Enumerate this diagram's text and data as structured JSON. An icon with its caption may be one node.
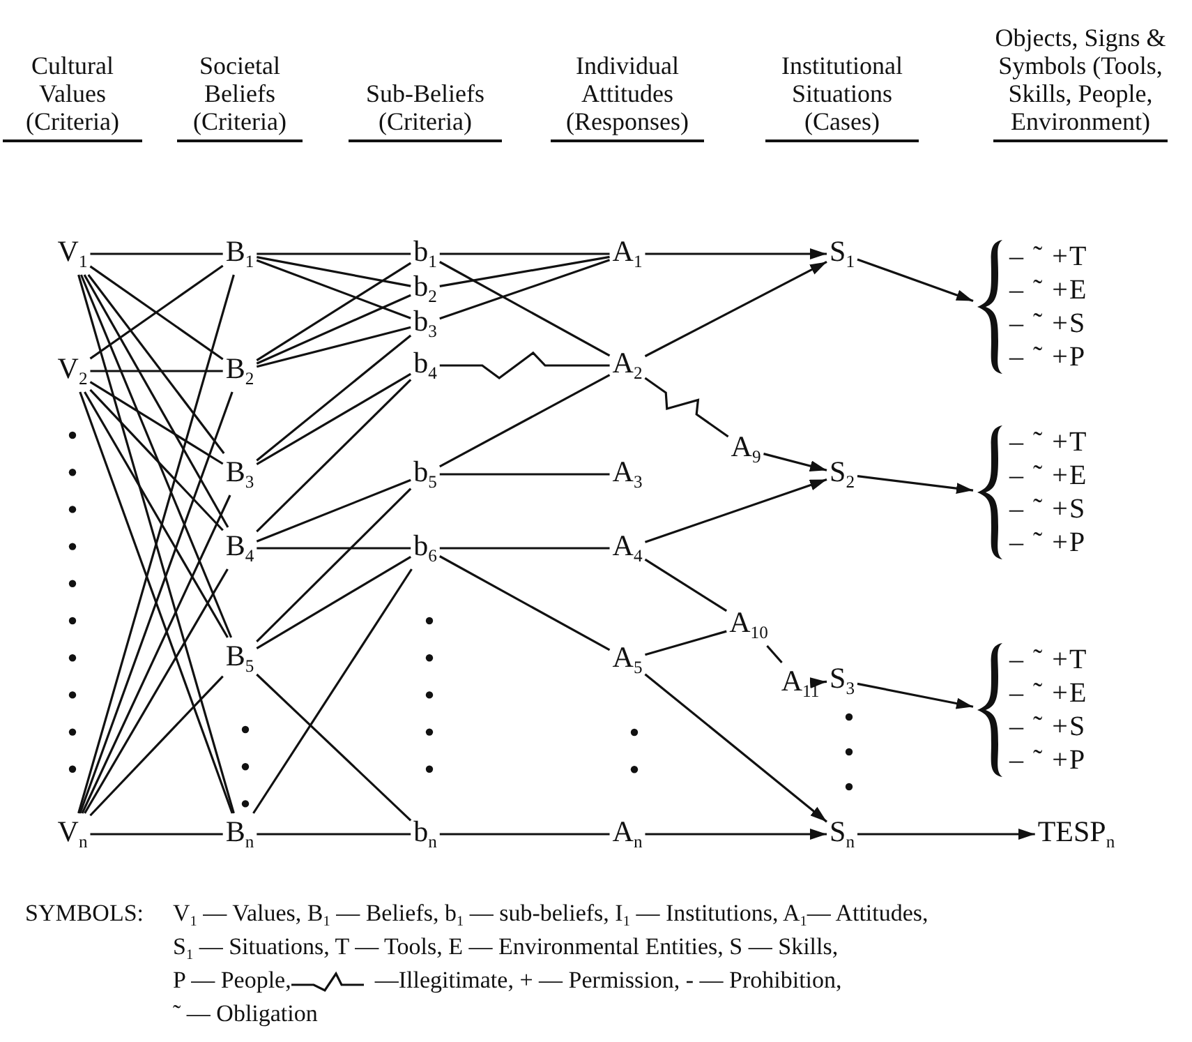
{
  "diagram": {
    "nodes": [
      {
        "text": [
          "V$_{1}$"
        ]
      },
      {
        "text": [
          "V$_{2}$"
        ]
      },
      {
        "text": [
          "V$_{n}$"
        ]
      },
      {
        "text": [
          "B$_{1}$"
        ]
      },
      {
        "text": [
          "B$_{2}$"
        ]
      },
      {
        "text": [
          "B$_{3}$"
        ]
      },
      {
        "text": [
          "B$_{4}$"
        ]
      },
      {
        "text": [
          "B$_{5}$"
        ]
      },
      {
        "text": [
          "B$_{n}$"
        ]
      },
      {
        "text": [
          "b$_{1}$"
        ]
      },
      {
        "text": [
          "b$_{2}$"
        ]
      },
      {
        "text": [
          "b$_{3}$"
        ]
      },
      {
        "text": [
          "b$_{4}$"
        ]
      },
      {
        "text": [
          "b$_{5}$"
        ]
      },
      {
        "text": [
          "b$_{6}$"
        ]
      },
      {
        "text": [
          "b$_{n}$"
        ]
      },
      {
        "text": [
          "A$_{1}$"
        ]
      },
      {
        "text": [
          "A$_{2}$"
        ]
      },
      {
        "text": [
          "A$_{9}$"
        ]
      },
      {
        "text": [
          "A$_{3}$"
        ]
      },
      {
        "text": [
          "A$_{4}$"
        ]
      },
      {
        "text": [
          "A$_{10}$"
        ]
      },
      {
        "text": [
          "A$_{5}$"
        ]
      },
      {
        "text": [
          "A$_{11}$"
        ]
      },
      {
        "text": [
          "A$_{n}$"
        ]
      },
      {
        "text": [
          "S$_{1}$"
        ]
      },
      {
        "text": [
          "S$_{2}$"
        ]
      },
      {
        "text": [
          "S$_{3}$"
        ]
      },
      {
        "text": [
          "S$_{n}$"
        ]
      },
      {
        "text": [],
        "shape": "brace",
        "beside": [
          "– ˜ +T",
          "– ˜ +E",
          "– ˜ +S",
          "– ˜ +P"
        ]
      },
      {
        "text": [],
        "shape": "brace",
        "beside": [
          "– ˜ +T",
          "– ˜ +E",
          "– ˜ +S",
          "– ˜ +P"
        ]
      },
      {
        "text": [],
        "shape": "brace",
        "beside": [
          "– ˜ +T",
          "– ˜ +E",
          "– ˜ +S",
          "– ˜ +P"
        ]
      },
      {
        "text": [
          "TESP$_{n}$"
        ]
      }
    ],
    "edges": [
      {
        "from": 0,
        "to": 3,
        "arrow": "none"
      },
      {
        "from": 0,
        "to": 4,
        "arrow": "none"
      },
      {
        "from": 0,
        "to": 5,
        "arrow": "none"
      },
      {
        "from": 0,
        "to": 6,
        "arrow": "none"
      },
      {
        "from": 0,
        "to": 7,
        "arrow": "none"
      },
      {
        "from": 0,
        "to": 8,
        "arrow": "none"
      },
      {
        "from": 1,
        "to": 3,
        "arrow": "none"
      },
      {
        "from": 1,
        "to": 4,
        "arrow": "none"
      },
      {
        "from": 1,
        "to": 5,
        "arrow": "none"
      },
      {
        "from": 1,
        "to": 6,
        "arrow": "none"
      },
      {
        "from": 1,
        "to": 7,
        "arrow": "none"
      },
      {
        "from": 1,
        "to": 8,
        "arrow": "none"
      },
      {
        "from": 2,
        "to": 3,
        "arrow": "none"
      },
      {
        "from": 2,
        "to": 4,
        "arrow": "none"
      },
      {
        "from": 2,
        "to": 5,
        "arrow": "none"
      },
      {
        "from": 2,
        "to": 6,
        "arrow": "none"
      },
      {
        "from": 2,
        "to": 7,
        "arrow": "none"
      },
      {
        "from": 2,
        "to": 8,
        "arrow": "none"
      },
      {
        "from": 3,
        "to": 9,
        "arrow": "none"
      },
      {
        "from": 3,
        "to": 10,
        "arrow": "none"
      },
      {
        "from": 3,
        "to": 11,
        "arrow": "none"
      },
      {
        "from": 4,
        "to": 9,
        "arrow": "none"
      },
      {
        "from": 4,
        "to": 10,
        "arrow": "none"
      },
      {
        "from": 4,
        "to": 11,
        "arrow": "none"
      },
      {
        "from": 5,
        "to": 11,
        "arrow": "none"
      },
      {
        "from": 5,
        "to": 12,
        "arrow": "none"
      },
      {
        "from": 6,
        "to": 12,
        "arrow": "none"
      },
      {
        "from": 6,
        "to": 13,
        "arrow": "none"
      },
      {
        "from": 6,
        "to": 14,
        "arrow": "none"
      },
      {
        "from": 7,
        "to": 13,
        "arrow": "none"
      },
      {
        "from": 7,
        "to": 14,
        "arrow": "none"
      },
      {
        "from": 7,
        "to": 15,
        "arrow": "none"
      },
      {
        "from": 8,
        "to": 14,
        "arrow": "none"
      },
      {
        "from": 8,
        "to": 15,
        "arrow": "none"
      },
      {
        "from": 9,
        "to": 16,
        "arrow": "none"
      },
      {
        "from": 9,
        "to": 17,
        "arrow": "none"
      },
      {
        "from": 10,
        "to": 16,
        "arrow": "none"
      },
      {
        "from": 11,
        "to": 16,
        "arrow": "none"
      },
      {
        "from": 12,
        "to": 17,
        "arrow": "none"
      },
      {
        "from": 13,
        "to": 17,
        "arrow": "none"
      },
      {
        "from": 13,
        "to": 19,
        "arrow": "none"
      },
      {
        "from": 14,
        "to": 20,
        "arrow": "none"
      },
      {
        "from": 14,
        "to": 22,
        "arrow": "none"
      },
      {
        "from": 15,
        "to": 24,
        "arrow": "none"
      },
      {
        "from": 16,
        "to": 25,
        "arrow": "to"
      },
      {
        "from": 17,
        "to": 25,
        "arrow": "to"
      },
      {
        "from": 17,
        "to": 18,
        "arrow": "none"
      },
      {
        "from": 18,
        "to": 26,
        "arrow": "to"
      },
      {
        "from": 20,
        "to": 26,
        "arrow": "to"
      },
      {
        "from": 20,
        "to": 21,
        "arrow": "none"
      },
      {
        "from": 22,
        "to": 21,
        "arrow": "none"
      },
      {
        "from": 21,
        "to": 23,
        "arrow": "none"
      },
      {
        "from": 23,
        "to": 27,
        "arrow": "to"
      },
      {
        "from": 22,
        "to": 28,
        "arrow": "to"
      },
      {
        "from": 24,
        "to": 28,
        "arrow": "to"
      },
      {
        "from": 25,
        "to": 29,
        "arrow": "to"
      },
      {
        "from": 26,
        "to": 30,
        "arrow": "to"
      },
      {
        "from": 27,
        "to": 31,
        "arrow": "to"
      },
      {
        "from": 28,
        "to": 32,
        "arrow": "to"
      }
    ],
    "labels": [
      "Cultural Values (Criteria)",
      "Societal Beliefs (Criteria)",
      "Sub-Beliefs (Criteria)",
      "Individual Attitudes (Responses)",
      "Institutional Situations (Cases)",
      "Objects, Signs & Symbols (Tools, Skills, People, Environment)",
      "SYMBOLS:",
      "V$_{1}$ — Values, B$_{1}$ — Beliefs, b$_{1}$ — sub-beliefs, I$_{1}$ — Institutions, A$_{1}$— Attitudes,",
      "S$_{1}$ — Situations, T — Tools, E — Environmental Entities, S — Skills,",
      "P — People,",
      "—Illegitimate, + — Permission, - — Prohibition,",
      "˜ — Obligation"
    ]
  }
}
